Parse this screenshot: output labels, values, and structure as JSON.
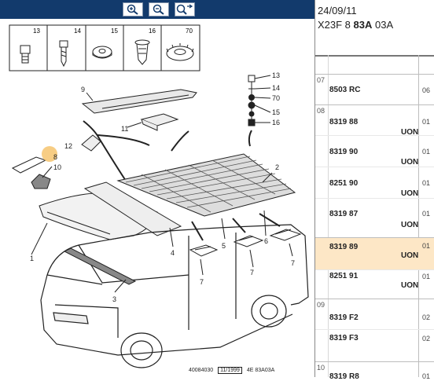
{
  "toolbar": {
    "zoom_in_icon": "zoom-in-icon",
    "zoom_out_icon": "zoom-out-icon",
    "zoom_fit_icon": "zoom-fit-icon"
  },
  "legend": {
    "items": [
      "13",
      "14",
      "15",
      "16",
      "70"
    ]
  },
  "callouts": [
    "9",
    "11",
    "12",
    "8",
    "10",
    "1",
    "2",
    "3",
    "4",
    "5",
    "6",
    "7",
    "7",
    "7",
    "13",
    "14",
    "70",
    "15",
    "16"
  ],
  "footer": {
    "ref": "40084030",
    "date": "11/1999",
    "plate": "4E 83A03A"
  },
  "header": {
    "date": "24/09/11",
    "code_prefix": "X23F 8 ",
    "code_bold": "83A",
    "code_suffix": " 03A"
  },
  "parts": [
    {
      "group": "07",
      "part": "8503 RC",
      "uon": "",
      "qty": "06"
    },
    {
      "group": "08",
      "part": "8319 88",
      "uon": "UON",
      "qty": "01"
    },
    {
      "group": "",
      "part": "8319 90",
      "uon": "UON",
      "qty": "01"
    },
    {
      "group": "",
      "part": "8251 90",
      "uon": "UON",
      "qty": "01"
    },
    {
      "group": "",
      "part": "8319 87",
      "uon": "UON",
      "qty": "01"
    },
    {
      "group": "",
      "part": "8319 89",
      "uon": "UON",
      "qty": "01"
    },
    {
      "group": "",
      "part": "8251 91",
      "uon": "UON",
      "qty": "01"
    },
    {
      "group": "09",
      "part": "8319 F2",
      "uon": "",
      "qty": "02"
    },
    {
      "group": "",
      "part": "8319 F3",
      "uon": "",
      "qty": "02"
    },
    {
      "group": "10",
      "part": "8319 R8",
      "uon": "",
      "qty": "01"
    }
  ],
  "colors": {
    "toolbar_bg": "#123a6c",
    "highlight_row": "#fde7c6",
    "callout_marker": "#f6c46e"
  }
}
